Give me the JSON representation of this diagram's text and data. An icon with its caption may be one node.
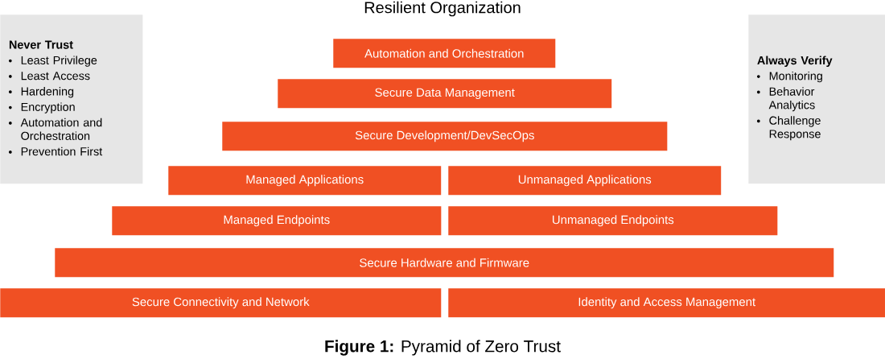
{
  "diagram": {
    "title": "Resilient Organization",
    "caption": "**Figure 1:** Pyramid of Zero Trust",
    "nodes": [
      {
        "text": [
          "Never Trust",
          "Least Privilege",
          "Least Access",
          "Hardening",
          "Encryption",
          "Automation and Orchestration",
          "Prevention First"
        ]
      },
      {
        "text": [
          "Always Verify",
          "Monitoring",
          "Behavior Analytics",
          "Challenge Response"
        ]
      },
      {
        "text": [
          "Automation and Orchestration"
        ]
      },
      {
        "text": [
          "Secure Data Management"
        ]
      },
      {
        "text": [
          "Secure Development/DevSecOps"
        ]
      },
      {
        "text": [
          "Managed Applications"
        ]
      },
      {
        "text": [
          "Unmanaged Applications"
        ]
      },
      {
        "text": [
          "Managed Endpoints"
        ]
      },
      {
        "text": [
          "Unmanaged Endpoints"
        ]
      },
      {
        "text": [
          "Secure Hardware and Firmware"
        ]
      },
      {
        "text": [
          "Secure Connectivity and Network"
        ]
      },
      {
        "text": [
          "Identity and Access Management"
        ]
      }
    ]
  }
}
